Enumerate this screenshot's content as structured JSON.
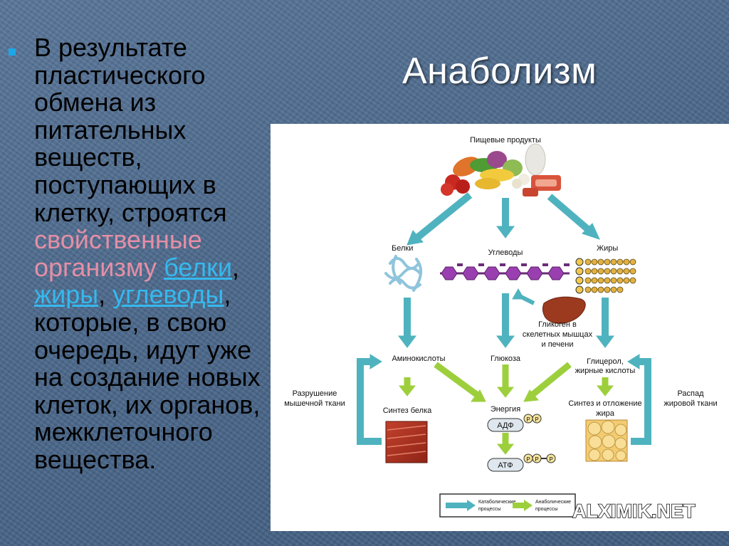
{
  "slide": {
    "title": "Анаболизм",
    "bullet": {
      "part1": "В результате пластического обмена из питательных веществ, поступающих в клетку, строятся",
      "highlight": "свойственные организму",
      "link1": "белки",
      "sep1": ",",
      "link2": "жиры",
      "sep2": ",",
      "link3": "углеводы",
      "part2": ", которые, в свою очередь, идут уже на создание новых клеток, их органов, межклеточного вещества."
    }
  },
  "diagram": {
    "food": "Пищевые продукты",
    "proteins": "Белки",
    "carbs": "Углеводы",
    "fats": "Жиры",
    "glycogen_l1": "Гликоген в",
    "glycogen_l2": "скелетных мышцах",
    "glycogen_l3": "и печени",
    "amino": "Аминокислоты",
    "glucose": "Глюкоза",
    "glycerol_l1": "Глицерол,",
    "glycerol_l2": "жирные кислоты",
    "muscle_break_l1": "Разрушение",
    "muscle_break_l2": "мышечной ткани",
    "protein_synth": "Синтез белка",
    "energy": "Энергия",
    "fat_synth_l1": "Синтез и отложение",
    "fat_synth_l2": "жира",
    "fat_break_l1": "Распад",
    "fat_break_l2": "жировой ткани",
    "adp": "АДФ",
    "atp": "АТФ",
    "p": "P",
    "legend_catabolic_l1": "Катаболические",
    "legend_catabolic_l2": "процессы",
    "legend_anabolic_l1": "Анаболические",
    "legend_anabolic_l2": "процессы",
    "watermark": "ALXIMIK.NET"
  },
  "colors": {
    "catabolic_arrow": "#4fb3bf",
    "anabolic_arrow": "#9dcf3c",
    "bullet_marker": "#1ea7e6",
    "highlight_text": "#e58fa6",
    "link_text": "#35b9ee",
    "title_text": "#ffffff"
  }
}
